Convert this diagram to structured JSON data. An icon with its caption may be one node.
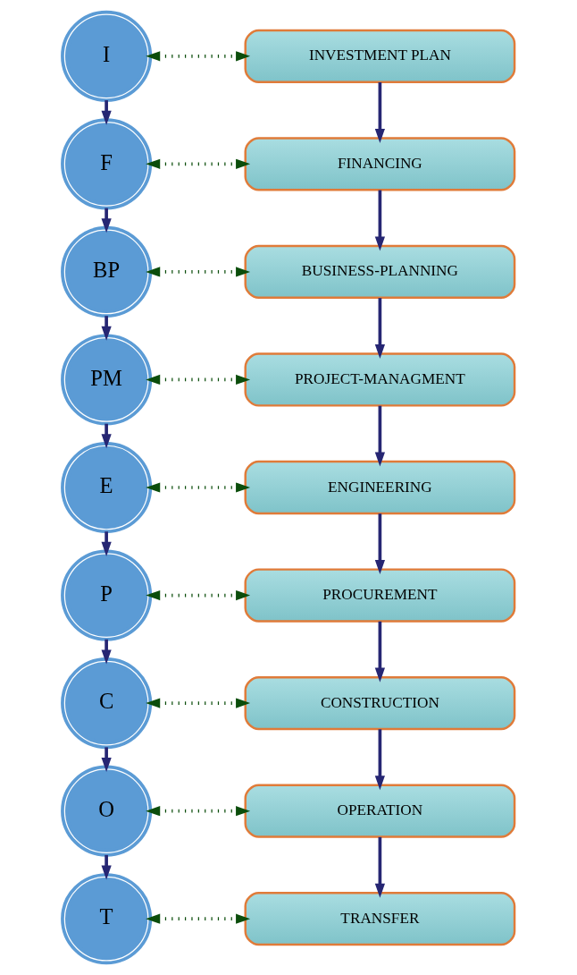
{
  "diagram": {
    "nodes": [
      {
        "text": [
          "I"
        ]
      },
      {
        "text": [
          "INVESTMENT PLAN"
        ]
      },
      {
        "text": [
          "F"
        ]
      },
      {
        "text": [
          "FINANCING"
        ]
      },
      {
        "text": [
          "BP"
        ]
      },
      {
        "text": [
          "BUSINESS-PLANNING"
        ]
      },
      {
        "text": [
          "PM"
        ]
      },
      {
        "text": [
          "PROJECT-MANAGMENT"
        ]
      },
      {
        "text": [
          "E"
        ]
      },
      {
        "text": [
          "ENGINEERING"
        ]
      },
      {
        "text": [
          "P"
        ]
      },
      {
        "text": [
          "PROCUREMENT"
        ]
      },
      {
        "text": [
          "C"
        ]
      },
      {
        "text": [
          "CONSTRUCTION"
        ]
      },
      {
        "text": [
          "O"
        ]
      },
      {
        "text": [
          "OPERATION"
        ]
      },
      {
        "text": [
          "T"
        ]
      },
      {
        "text": [
          "TRANSFER"
        ]
      }
    ],
    "edges": [
      {
        "from": 0,
        "to": 1,
        "arrow": "both",
        "style": "dashed",
        "color": "#0b4d0b"
      },
      {
        "from": 2,
        "to": 3,
        "arrow": "both",
        "style": "dashed",
        "color": "#0b4d0b"
      },
      {
        "from": 4,
        "to": 5,
        "arrow": "both",
        "style": "dashed",
        "color": "#0b4d0b"
      },
      {
        "from": 6,
        "to": 7,
        "arrow": "both",
        "style": "dashed",
        "color": "#0b4d0b"
      },
      {
        "from": 8,
        "to": 9,
        "arrow": "both",
        "style": "dashed",
        "color": "#0b4d0b"
      },
      {
        "from": 10,
        "to": 11,
        "arrow": "both",
        "style": "dashed",
        "color": "#0b4d0b"
      },
      {
        "from": 12,
        "to": 13,
        "arrow": "both",
        "style": "dashed",
        "color": "#0b4d0b"
      },
      {
        "from": 14,
        "to": 15,
        "arrow": "both",
        "style": "dashed",
        "color": "#0b4d0b"
      },
      {
        "from": 16,
        "to": 17,
        "arrow": "both",
        "style": "dashed",
        "color": "#0b4d0b"
      },
      {
        "from": 0,
        "to": 2,
        "arrow": "to"
      },
      {
        "from": 2,
        "to": 4,
        "arrow": "to"
      },
      {
        "from": 4,
        "to": 6,
        "arrow": "to"
      },
      {
        "from": 6,
        "to": 8,
        "arrow": "to"
      },
      {
        "from": 8,
        "to": 10,
        "arrow": "to"
      },
      {
        "from": 10,
        "to": 12,
        "arrow": "to"
      },
      {
        "from": 12,
        "to": 14,
        "arrow": "to"
      },
      {
        "from": 14,
        "to": 16,
        "arrow": "to"
      },
      {
        "from": 1,
        "to": 3,
        "arrow": "to"
      },
      {
        "from": 3,
        "to": 5,
        "arrow": "to"
      },
      {
        "from": 5,
        "to": 7,
        "arrow": "to"
      },
      {
        "from": 7,
        "to": 9,
        "arrow": "to"
      },
      {
        "from": 9,
        "to": 11,
        "arrow": "to"
      },
      {
        "from": 11,
        "to": 13,
        "arrow": "to"
      },
      {
        "from": 13,
        "to": 15,
        "arrow": "to"
      },
      {
        "from": 15,
        "to": 17,
        "arrow": "to"
      }
    ]
  }
}
